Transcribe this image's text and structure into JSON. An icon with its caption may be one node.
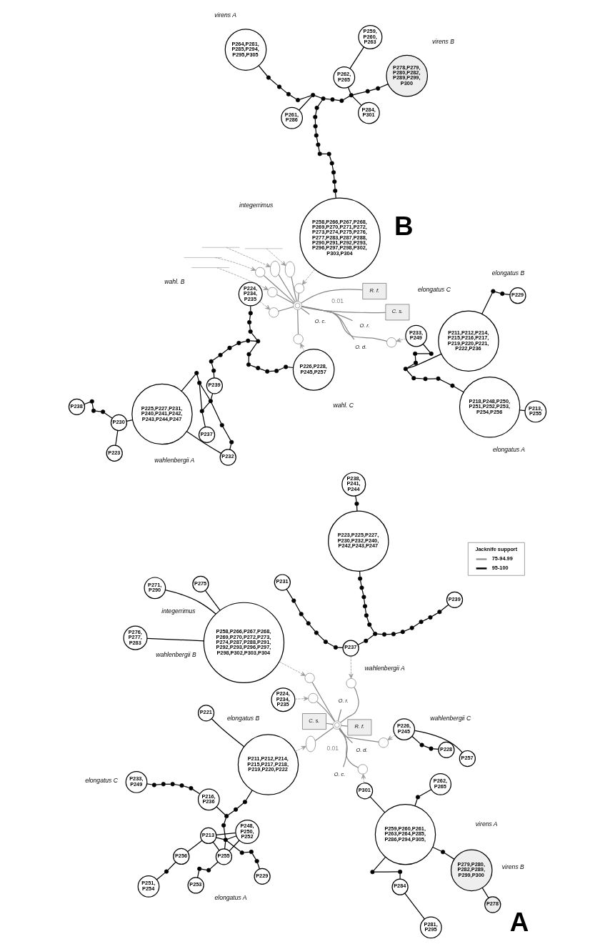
{
  "diagram": {
    "nodes": [
      {
        "text": [
          "P256"
        ]
      },
      {
        "text": [
          "P213"
        ]
      },
      {
        "text": [],
        "shape": "dot"
      },
      {
        "text": [
          "P251, P254"
        ]
      },
      {
        "text": [
          "P248, P250, P252"
        ]
      },
      {
        "text": [
          "P253"
        ]
      },
      {
        "text": [],
        "shape": "dot"
      },
      {
        "text": [],
        "shape": "dot"
      },
      {
        "text": [
          "P255"
        ]
      },
      {
        "text": [
          "P229"
        ]
      },
      {
        "text": [],
        "shape": "dot"
      },
      {
        "text": [],
        "shape": "dot"
      },
      {
        "text": [],
        "shape": "dot"
      },
      {
        "text": [],
        "shape": "dot"
      },
      {
        "text": [],
        "shape": "dot"
      },
      {
        "text": [],
        "shape": "dot"
      },
      {
        "text": [],
        "shape": "dot"
      },
      {
        "text": [],
        "shape": "dot"
      },
      {
        "text": [
          "P211,P212,P214, P215,P217,P218, P219,P220,P222"
        ]
      },
      {
        "text": [
          "P221"
        ]
      },
      {
        "text": [
          "P216, P236"
        ]
      },
      {
        "text": [],
        "shape": "dot"
      },
      {
        "text": [],
        "shape": "dot"
      },
      {
        "text": [],
        "shape": "dot"
      },
      {
        "text": [],
        "shape": "dot"
      },
      {
        "text": [],
        "shape": "dot"
      },
      {
        "text": [
          "P233, P249"
        ]
      },
      {
        "text": [
          "P257"
        ]
      },
      {
        "text": [
          "P226, P245"
        ]
      },
      {
        "text": [],
        "shape": "dot"
      },
      {
        "text": [],
        "shape": "dot"
      },
      {
        "text": [
          "P228"
        ]
      },
      {
        "text": [
          "P224, P234, P235"
        ]
      },
      {
        "text": [
          "P239"
        ]
      },
      {
        "text": [
          "P231"
        ]
      },
      {
        "text": [],
        "shape": "dot"
      },
      {
        "text": [],
        "shape": "dot"
      },
      {
        "text": [],
        "shape": "dot"
      },
      {
        "text": [],
        "shape": "dot"
      },
      {
        "text": [],
        "shape": "dot"
      },
      {
        "text": [],
        "shape": "dot"
      },
      {
        "text": [
          "P237"
        ]
      },
      {
        "text": [],
        "shape": "dot"
      },
      {
        "text": [],
        "shape": "dot"
      },
      {
        "text": [],
        "shape": "dot"
      },
      {
        "text": [],
        "shape": "dot"
      },
      {
        "text": [],
        "shape": "dot"
      },
      {
        "text": [],
        "shape": "dot"
      },
      {
        "text": [],
        "shape": "dot"
      },
      {
        "text": [],
        "shape": "dot"
      },
      {
        "text": [],
        "shape": "dot"
      },
      {
        "text": [],
        "shape": "dot"
      },
      {
        "text": [],
        "shape": "dot"
      },
      {
        "text": [],
        "shape": "dot"
      },
      {
        "text": [],
        "shape": "dot"
      },
      {
        "text": [],
        "shape": "dot"
      },
      {
        "text": [],
        "shape": "dot"
      },
      {
        "text": [
          "P223,P225,P227, P230,P232,P240, P242,P243,P247"
        ]
      },
      {
        "text": [],
        "shape": "dot"
      },
      {
        "text": [
          "P238, P241, P244"
        ]
      },
      {
        "text": [
          "P284"
        ]
      },
      {
        "text": [
          "P281, P295"
        ]
      },
      {
        "text": [],
        "shape": "dot"
      },
      {
        "text": [],
        "shape": "dot"
      },
      {
        "text": [
          "P262, P265"
        ]
      },
      {
        "text": [],
        "shape": "dot"
      },
      {
        "text": [
          "P259,P260,P261, P263,P264,P285, P286,P294,P305,"
        ]
      },
      {
        "text": [
          "P301"
        ]
      },
      {
        "text": [],
        "shape": "dot"
      },
      {
        "text": [
          "P278"
        ]
      },
      {
        "text": [
          "P279,P280, P282,P289, P299,P300"
        ]
      },
      {
        "text": [
          "P275"
        ]
      },
      {
        "text": [
          "P271, P290"
        ]
      },
      {
        "text": [
          "P258,P266,P267,P268, P269,P270,P272,P273, P274,P287,P288,P291, P292,P293,P296,P297, P298,P302,P303,P304"
        ]
      },
      {
        "text": [
          "P276, P277, P283"
        ]
      },
      {
        "text": [],
        "shape": "network"
      },
      {
        "text": [],
        "shape": "ellipse"
      },
      {
        "text": [],
        "shape": "circle"
      },
      {
        "text": [],
        "shape": "circle"
      },
      {
        "text": [],
        "shape": "circle"
      },
      {
        "text": [],
        "shape": "circle"
      },
      {
        "text": [],
        "shape": "circle"
      },
      {
        "text": [
          "O. d."
        ]
      },
      {
        "text": [
          "O. c."
        ]
      },
      {
        "text": [
          "O. r."
        ]
      },
      {
        "text": [
          "C. s."
        ]
      },
      {
        "text": [
          "R. f."
        ]
      },
      {
        "text": [
          "P238"
        ]
      },
      {
        "text": [],
        "shape": "dot"
      },
      {
        "text": [],
        "shape": "dot"
      },
      {
        "text": [],
        "shape": "dot"
      },
      {
        "text": [
          "P223"
        ]
      },
      {
        "text": [
          "P230"
        ]
      },
      {
        "text": [
          "P225,P227,P231, P240,P241,P242, P243,P244,P247"
        ]
      },
      {
        "text": [
          "P232"
        ]
      },
      {
        "text": [],
        "shape": "dot"
      },
      {
        "text": [],
        "shape": "dot"
      },
      {
        "text": [],
        "shape": "dot"
      },
      {
        "text": [
          "P239"
        ]
      },
      {
        "text": [],
        "shape": "dot"
      },
      {
        "text": [],
        "shape": "dot"
      },
      {
        "text": [],
        "shape": "dot"
      },
      {
        "text": [
          "P237"
        ]
      },
      {
        "text": [],
        "shape": "dot"
      },
      {
        "text": [],
        "shape": "dot"
      },
      {
        "text": [],
        "shape": "dot"
      },
      {
        "text": [],
        "shape": "dot"
      },
      {
        "text": [],
        "shape": "dot"
      },
      {
        "text": [],
        "shape": "dot"
      },
      {
        "text": [],
        "shape": "dot"
      },
      {
        "text": [],
        "shape": "dot"
      },
      {
        "text": [],
        "shape": "dot"
      },
      {
        "text": [],
        "shape": "dot"
      },
      {
        "text": [
          "P224, P234, P235"
        ]
      },
      {
        "text": [],
        "shape": "dot"
      },
      {
        "text": [],
        "shape": "dot"
      },
      {
        "text": [],
        "shape": "dot"
      },
      {
        "text": [],
        "shape": "dot"
      },
      {
        "text": [],
        "shape": "dot"
      },
      {
        "text": [],
        "shape": "dot"
      },
      {
        "text": [
          "P226,P228, P245,P257"
        ]
      },
      {
        "text": [
          "P259, P260, P263"
        ]
      },
      {
        "text": [
          "P261, P286"
        ]
      },
      {
        "text": [
          "P262, P265"
        ]
      },
      {
        "text": [
          "P264,P281, P285,P294, P295,P305"
        ]
      },
      {
        "text": [],
        "shape": "dot"
      },
      {
        "text": [],
        "shape": "dot"
      },
      {
        "text": [],
        "shape": "dot"
      },
      {
        "text": [],
        "shape": "dot"
      },
      {
        "text": [],
        "shape": "dot"
      },
      {
        "text": [],
        "shape": "dot"
      },
      {
        "text": [],
        "shape": "dot"
      },
      {
        "text": [],
        "shape": "dot"
      },
      {
        "text": [],
        "shape": "dot"
      },
      {
        "text": [],
        "shape": "dot"
      },
      {
        "text": [],
        "shape": "dot"
      },
      {
        "text": [
          "P278,P279, P280,P282, P289,P299, P300"
        ]
      },
      {
        "text": [
          "P284, P301"
        ]
      },
      {
        "text": [],
        "shape": "dot"
      },
      {
        "text": [],
        "shape": "dot"
      },
      {
        "text": [],
        "shape": "dot"
      },
      {
        "text": [],
        "shape": "dot"
      },
      {
        "text": [],
        "shape": "dot"
      },
      {
        "text": [],
        "shape": "dot"
      },
      {
        "text": [],
        "shape": "dot"
      },
      {
        "text": [],
        "shape": "dot"
      },
      {
        "text": [],
        "shape": "dot"
      },
      {
        "text": [],
        "shape": "dot"
      },
      {
        "text": [],
        "shape": "dot"
      },
      {
        "text": [
          "P258,P266,P267,P268, P269,P270,P271,P272, P273,P274,P275,P276, P277,P283,P287,P288, P290,P291,P292,P293, P296,P297,P298,P302, P303,P304"
        ]
      },
      {
        "text": [
          "P233, P249"
        ]
      },
      {
        "text": [],
        "shape": "dot"
      },
      {
        "text": [],
        "shape": "dot"
      },
      {
        "text": [],
        "shape": "dot"
      },
      {
        "text": [],
        "shape": "dot"
      },
      {
        "text": [],
        "shape": "dot"
      },
      {
        "text": [],
        "shape": "dot"
      },
      {
        "text": [],
        "shape": "dot"
      },
      {
        "text": [],
        "shape": "dot"
      },
      {
        "text": [
          "P218,P248,P250, P251,P252,P253, P254,P256"
        ]
      },
      {
        "text": [
          "P213, P255"
        ]
      },
      {
        "text": [
          "P211,P212,P214, P215,P216,P217, P219,P220,P221, P222,P236"
        ]
      },
      {
        "text": [
          "P229"
        ]
      },
      {
        "text": [],
        "shape": "dot"
      },
      {
        "text": [],
        "shape": "dot"
      },
      {
        "text": [],
        "shape": "network"
      },
      {
        "text": [],
        "shape": "ellipse"
      },
      {
        "text": [],
        "shape": "circle"
      },
      {
        "text": [],
        "shape": "circle"
      },
      {
        "text": [],
        "shape": "circle"
      },
      {
        "text": [],
        "shape": "circle"
      },
      {
        "text": [],
        "shape": "circle"
      },
      {
        "text": [],
        "shape": "circle"
      },
      {
        "text": [],
        "shape": "ellipse"
      },
      {
        "text": [],
        "shape": "bracket"
      },
      {
        "text": [],
        "shape": "bracket"
      },
      {
        "text": [],
        "shape": "bracket"
      },
      {
        "text": [],
        "shape": "bracket"
      },
      {
        "text": [
          "O. d."
        ]
      },
      {
        "text": [
          "C. s."
        ]
      },
      {
        "text": [
          "R. f."
        ]
      },
      {
        "text": [
          "O. c."
        ]
      },
      {
        "text": [
          "O. r."
        ]
      }
    ],
    "edges": [
      {
        "from": 0,
        "to": 1,
        "arrow": "none"
      },
      {
        "from": 0,
        "to": 2,
        "arrow": "none"
      },
      {
        "from": 2,
        "to": 3,
        "arrow": "none"
      },
      {
        "from": 1,
        "to": 4,
        "arrow": "none"
      },
      {
        "from": 1,
        "to": 8,
        "arrow": "none"
      },
      {
        "from": 1,
        "to": 13,
        "arrow": "none"
      },
      {
        "from": 4,
        "to": 8,
        "arrow": "none"
      },
      {
        "from": 4,
        "to": 13,
        "arrow": "none"
      },
      {
        "from": 8,
        "to": 13,
        "arrow": "none"
      },
      {
        "from": 5,
        "to": 6,
        "arrow": "none"
      },
      {
        "from": 6,
        "to": 7,
        "arrow": "none"
      },
      {
        "from": 7,
        "to": 8,
        "arrow": "none"
      },
      {
        "from": 13,
        "to": 12,
        "arrow": "none"
      },
      {
        "from": 12,
        "to": 11,
        "arrow": "none"
      },
      {
        "from": 11,
        "to": 10,
        "arrow": "none"
      },
      {
        "from": 10,
        "to": 9,
        "arrow": "none"
      },
      {
        "from": 13,
        "to": 14,
        "arrow": "none"
      },
      {
        "from": 14,
        "to": 15,
        "arrow": "none"
      },
      {
        "from": 15,
        "to": 16,
        "arrow": "none"
      },
      {
        "from": 16,
        "to": 17,
        "arrow": "none"
      },
      {
        "from": 17,
        "to": 18,
        "arrow": "none"
      },
      {
        "from": 18,
        "to": 19,
        "arrow": "none"
      },
      {
        "from": 15,
        "to": 20,
        "arrow": "none"
      },
      {
        "from": 20,
        "to": 21,
        "arrow": "none"
      },
      {
        "from": 21,
        "to": 22,
        "arrow": "none"
      },
      {
        "from": 22,
        "to": 23,
        "arrow": "none"
      },
      {
        "from": 23,
        "to": 24,
        "arrow": "none"
      },
      {
        "from": 24,
        "to": 25,
        "arrow": "none"
      },
      {
        "from": 25,
        "to": 26,
        "arrow": "none"
      },
      {
        "from": 27,
        "to": 28,
        "arrow": "none"
      },
      {
        "from": 28,
        "to": 29,
        "arrow": "none"
      },
      {
        "from": 29,
        "to": 30,
        "arrow": "none"
      },
      {
        "from": 30,
        "to": 31,
        "arrow": "none"
      },
      {
        "from": 34,
        "to": 35,
        "arrow": "none"
      },
      {
        "from": 35,
        "to": 36,
        "arrow": "none"
      },
      {
        "from": 36,
        "to": 37,
        "arrow": "none"
      },
      {
        "from": 37,
        "to": 38,
        "arrow": "none"
      },
      {
        "from": 38,
        "to": 39,
        "arrow": "none"
      },
      {
        "from": 39,
        "to": 40,
        "arrow": "none"
      },
      {
        "from": 40,
        "to": 41,
        "arrow": "none"
      },
      {
        "from": 33,
        "to": 42,
        "arrow": "none"
      },
      {
        "from": 42,
        "to": 43,
        "arrow": "none"
      },
      {
        "from": 43,
        "to": 44,
        "arrow": "none"
      },
      {
        "from": 44,
        "to": 45,
        "arrow": "none"
      },
      {
        "from": 45,
        "to": 46,
        "arrow": "none"
      },
      {
        "from": 46,
        "to": 47,
        "arrow": "none"
      },
      {
        "from": 47,
        "to": 48,
        "arrow": "none"
      },
      {
        "from": 48,
        "to": 49,
        "arrow": "none"
      },
      {
        "from": 49,
        "to": 50,
        "arrow": "none"
      },
      {
        "from": 50,
        "to": 41,
        "arrow": "none"
      },
      {
        "from": 49,
        "to": 51,
        "arrow": "none"
      },
      {
        "from": 51,
        "to": 52,
        "arrow": "none"
      },
      {
        "from": 52,
        "to": 53,
        "arrow": "none"
      },
      {
        "from": 53,
        "to": 54,
        "arrow": "none"
      },
      {
        "from": 54,
        "to": 55,
        "arrow": "none"
      },
      {
        "from": 55,
        "to": 56,
        "arrow": "none"
      },
      {
        "from": 56,
        "to": 57,
        "arrow": "none"
      },
      {
        "from": 57,
        "to": 58,
        "arrow": "none"
      },
      {
        "from": 58,
        "to": 59,
        "arrow": "none"
      },
      {
        "from": 60,
        "to": 61,
        "arrow": "none"
      },
      {
        "from": 60,
        "to": 62,
        "arrow": "none"
      },
      {
        "from": 62,
        "to": 63,
        "arrow": "none"
      },
      {
        "from": 63,
        "to": 66,
        "arrow": "none"
      },
      {
        "from": 64,
        "to": 65,
        "arrow": "none"
      },
      {
        "from": 65,
        "to": 66,
        "arrow": "none"
      },
      {
        "from": 66,
        "to": 67,
        "arrow": "none"
      },
      {
        "from": 66,
        "to": 68,
        "arrow": "none"
      },
      {
        "from": 68,
        "to": 70,
        "arrow": "none"
      },
      {
        "from": 69,
        "to": 70,
        "arrow": "none"
      },
      {
        "from": 71,
        "to": 73,
        "arrow": "none"
      },
      {
        "from": 72,
        "to": 73,
        "arrow": "none"
      },
      {
        "from": 73,
        "to": 74,
        "arrow": "none"
      },
      {
        "from": 75,
        "to": 76,
        "arrow": "none",
        "color": "#888888"
      },
      {
        "from": 75,
        "to": 77,
        "arrow": "none",
        "color": "#888888"
      },
      {
        "from": 75,
        "to": 78,
        "arrow": "none",
        "color": "#888888"
      },
      {
        "from": 75,
        "to": 79,
        "arrow": "none",
        "color": "#888888"
      },
      {
        "from": 75,
        "to": 80,
        "arrow": "none",
        "color": "#888888"
      },
      {
        "from": 75,
        "to": 81,
        "arrow": "none",
        "color": "#888888"
      },
      {
        "from": 75,
        "to": 82,
        "arrow": "none",
        "color": "#888888"
      },
      {
        "from": 75,
        "to": 83,
        "arrow": "none",
        "color": "#888888"
      },
      {
        "from": 75,
        "to": 84,
        "arrow": "none",
        "color": "#888888"
      },
      {
        "from": 75,
        "to": 85,
        "arrow": "none",
        "color": "#888888"
      },
      {
        "from": 75,
        "to": 86,
        "arrow": "none",
        "color": "#888888"
      },
      {
        "from": 18,
        "to": 76,
        "arrow": "to",
        "style": "dashed",
        "color": "#999999"
      },
      {
        "from": 28,
        "to": 77,
        "arrow": "to",
        "style": "dashed",
        "color": "#999999"
      },
      {
        "from": 32,
        "to": 78,
        "arrow": "to",
        "style": "dashed",
        "color": "#999999"
      },
      {
        "from": 41,
        "to": 79,
        "arrow": "to",
        "style": "dashed",
        "color": "#999999"
      },
      {
        "from": 67,
        "to": 80,
        "arrow": "to",
        "style": "dashed",
        "color": "#999999"
      },
      {
        "from": 73,
        "to": 81,
        "arrow": "to",
        "style": "dashed",
        "color": "#999999"
      },
      {
        "from": 87,
        "to": 88,
        "arrow": "none"
      },
      {
        "from": 88,
        "to": 89,
        "arrow": "none"
      },
      {
        "from": 89,
        "to": 90,
        "arrow": "none"
      },
      {
        "from": 90,
        "to": 92,
        "arrow": "none"
      },
      {
        "from": 91,
        "to": 92,
        "arrow": "none"
      },
      {
        "from": 92,
        "to": 93,
        "arrow": "none"
      },
      {
        "from": 93,
        "to": 94,
        "arrow": "none"
      },
      {
        "from": 94,
        "to": 95,
        "arrow": "none"
      },
      {
        "from": 95,
        "to": 96,
        "arrow": "none"
      },
      {
        "from": 96,
        "to": 97,
        "arrow": "none"
      },
      {
        "from": 97,
        "to": 98,
        "arrow": "none"
      },
      {
        "from": 97,
        "to": 100,
        "arrow": "none"
      },
      {
        "from": 97,
        "to": 101,
        "arrow": "none"
      },
      {
        "from": 100,
        "to": 101,
        "arrow": "none"
      },
      {
        "from": 101,
        "to": 102,
        "arrow": "none"
      },
      {
        "from": 93,
        "to": 99,
        "arrow": "none"
      },
      {
        "from": 99,
        "to": 100,
        "arrow": "none"
      },
      {
        "from": 98,
        "to": 103,
        "arrow": "none"
      },
      {
        "from": 103,
        "to": 104,
        "arrow": "none"
      },
      {
        "from": 104,
        "to": 105,
        "arrow": "none"
      },
      {
        "from": 105,
        "to": 106,
        "arrow": "none"
      },
      {
        "from": 106,
        "to": 107,
        "arrow": "none"
      },
      {
        "from": 107,
        "to": 108,
        "arrow": "none"
      },
      {
        "from": 108,
        "to": 109,
        "arrow": "none"
      },
      {
        "from": 109,
        "to": 110,
        "arrow": "none"
      },
      {
        "from": 110,
        "to": 111,
        "arrow": "none"
      },
      {
        "from": 111,
        "to": 112,
        "arrow": "none"
      },
      {
        "from": 112,
        "to": 113,
        "arrow": "none"
      },
      {
        "from": 109,
        "to": 114,
        "arrow": "none"
      },
      {
        "from": 114,
        "to": 115,
        "arrow": "none"
      },
      {
        "from": 115,
        "to": 116,
        "arrow": "none"
      },
      {
        "from": 116,
        "to": 117,
        "arrow": "none"
      },
      {
        "from": 117,
        "to": 118,
        "arrow": "none"
      },
      {
        "from": 118,
        "to": 119,
        "arrow": "none"
      },
      {
        "from": 119,
        "to": 120,
        "arrow": "none"
      },
      {
        "from": 124,
        "to": 125,
        "arrow": "none"
      },
      {
        "from": 125,
        "to": 126,
        "arrow": "none"
      },
      {
        "from": 126,
        "to": 127,
        "arrow": "none"
      },
      {
        "from": 127,
        "to": 128,
        "arrow": "none"
      },
      {
        "from": 128,
        "to": 129,
        "arrow": "none"
      },
      {
        "from": 129,
        "to": 130,
        "arrow": "none"
      },
      {
        "from": 130,
        "to": 131,
        "arrow": "none"
      },
      {
        "from": 131,
        "to": 132,
        "arrow": "none"
      },
      {
        "from": 132,
        "to": 133,
        "arrow": "none"
      },
      {
        "from": 133,
        "to": 134,
        "arrow": "none"
      },
      {
        "from": 134,
        "to": 135,
        "arrow": "none"
      },
      {
        "from": 135,
        "to": 136,
        "arrow": "none"
      },
      {
        "from": 129,
        "to": 122,
        "arrow": "none"
      },
      {
        "from": 133,
        "to": 123,
        "arrow": "none"
      },
      {
        "from": 123,
        "to": 121,
        "arrow": "none"
      },
      {
        "from": 133,
        "to": 137,
        "arrow": "none"
      },
      {
        "from": 130,
        "to": 138,
        "arrow": "none"
      },
      {
        "from": 138,
        "to": 139,
        "arrow": "none"
      },
      {
        "from": 139,
        "to": 140,
        "arrow": "none"
      },
      {
        "from": 140,
        "to": 141,
        "arrow": "none"
      },
      {
        "from": 141,
        "to": 142,
        "arrow": "none"
      },
      {
        "from": 142,
        "to": 143,
        "arrow": "none"
      },
      {
        "from": 143,
        "to": 144,
        "arrow": "none"
      },
      {
        "from": 144,
        "to": 145,
        "arrow": "none"
      },
      {
        "from": 145,
        "to": 146,
        "arrow": "none"
      },
      {
        "from": 146,
        "to": 147,
        "arrow": "none"
      },
      {
        "from": 147,
        "to": 148,
        "arrow": "none"
      },
      {
        "from": 148,
        "to": 149,
        "arrow": "none"
      },
      {
        "from": 150,
        "to": 151,
        "arrow": "none"
      },
      {
        "from": 151,
        "to": 152,
        "arrow": "none"
      },
      {
        "from": 152,
        "to": 153,
        "arrow": "none"
      },
      {
        "from": 153,
        "to": 154,
        "arrow": "none"
      },
      {
        "from": 154,
        "to": 155,
        "arrow": "none"
      },
      {
        "from": 155,
        "to": 156,
        "arrow": "none"
      },
      {
        "from": 156,
        "to": 157,
        "arrow": "none"
      },
      {
        "from": 157,
        "to": 158,
        "arrow": "none"
      },
      {
        "from": 158,
        "to": 159,
        "arrow": "none"
      },
      {
        "from": 159,
        "to": 160,
        "arrow": "none"
      },
      {
        "from": 154,
        "to": 161,
        "arrow": "none"
      },
      {
        "from": 162,
        "to": 163,
        "arrow": "none"
      },
      {
        "from": 163,
        "to": 164,
        "arrow": "none"
      },
      {
        "from": 164,
        "to": 161,
        "arrow": "none"
      },
      {
        "from": 165,
        "to": 166,
        "arrow": "none",
        "color": "#888888"
      },
      {
        "from": 165,
        "to": 167,
        "arrow": "none",
        "color": "#888888"
      },
      {
        "from": 165,
        "to": 168,
        "arrow": "none",
        "color": "#888888"
      },
      {
        "from": 165,
        "to": 169,
        "arrow": "none",
        "color": "#888888"
      },
      {
        "from": 165,
        "to": 170,
        "arrow": "none",
        "color": "#888888"
      },
      {
        "from": 165,
        "to": 171,
        "arrow": "none",
        "color": "#888888"
      },
      {
        "from": 165,
        "to": 172,
        "arrow": "none",
        "color": "#888888"
      },
      {
        "from": 165,
        "to": 173,
        "arrow": "none",
        "color": "#888888"
      },
      {
        "from": 165,
        "to": 178,
        "arrow": "none",
        "color": "#888888"
      },
      {
        "from": 165,
        "to": 179,
        "arrow": "none",
        "color": "#888888"
      },
      {
        "from": 165,
        "to": 180,
        "arrow": "none",
        "color": "#888888"
      },
      {
        "from": 165,
        "to": 181,
        "arrow": "none",
        "color": "#888888"
      },
      {
        "from": 165,
        "to": 182,
        "arrow": "none",
        "color": "#888888"
      },
      {
        "from": 174,
        "to": 166,
        "arrow": "to",
        "style": "dashed",
        "color": "#999999"
      },
      {
        "from": 113,
        "to": 167,
        "arrow": "to",
        "style": "dashed",
        "color": "#999999"
      },
      {
        "from": 120,
        "to": 168,
        "arrow": "to",
        "style": "dashed",
        "color": "#999999"
      },
      {
        "from": 175,
        "to": 169,
        "arrow": "to",
        "style": "dashed",
        "color": "#999999"
      },
      {
        "from": 149,
        "to": 170,
        "arrow": "to",
        "style": "dashed",
        "color": "#999999"
      },
      {
        "from": 176,
        "to": 171,
        "arrow": "to",
        "style": "dashed",
        "color": "#999999"
      },
      {
        "from": 150,
        "to": 172,
        "arrow": "to",
        "style": "dashed",
        "color": "#999999"
      },
      {
        "from": 177,
        "to": 173,
        "arrow": "to",
        "style": "dashed",
        "color": "#999999"
      }
    ],
    "labels": [
      "Jacknife support",
      "elongatus B",
      "wahlenbergii C",
      "wahlenbergii B",
      "elongatus A",
      "elongatus C",
      "wahlenbergii A",
      "virens A",
      "0.01",
      "virens B",
      "integerrimus",
      "A",
      "wahlenbergii A",
      "virens A",
      "virens B",
      "wahl. B",
      "wahl. C",
      "0.01",
      "integerrimus",
      "elongatus C",
      "elongatus A",
      "elongatus B",
      "B"
    ],
    "legend": [
      {
        "text": "75-94.99",
        "color": "#999999"
      },
      {
        "text": "95-100",
        "color": "#000000"
      }
    ]
  }
}
